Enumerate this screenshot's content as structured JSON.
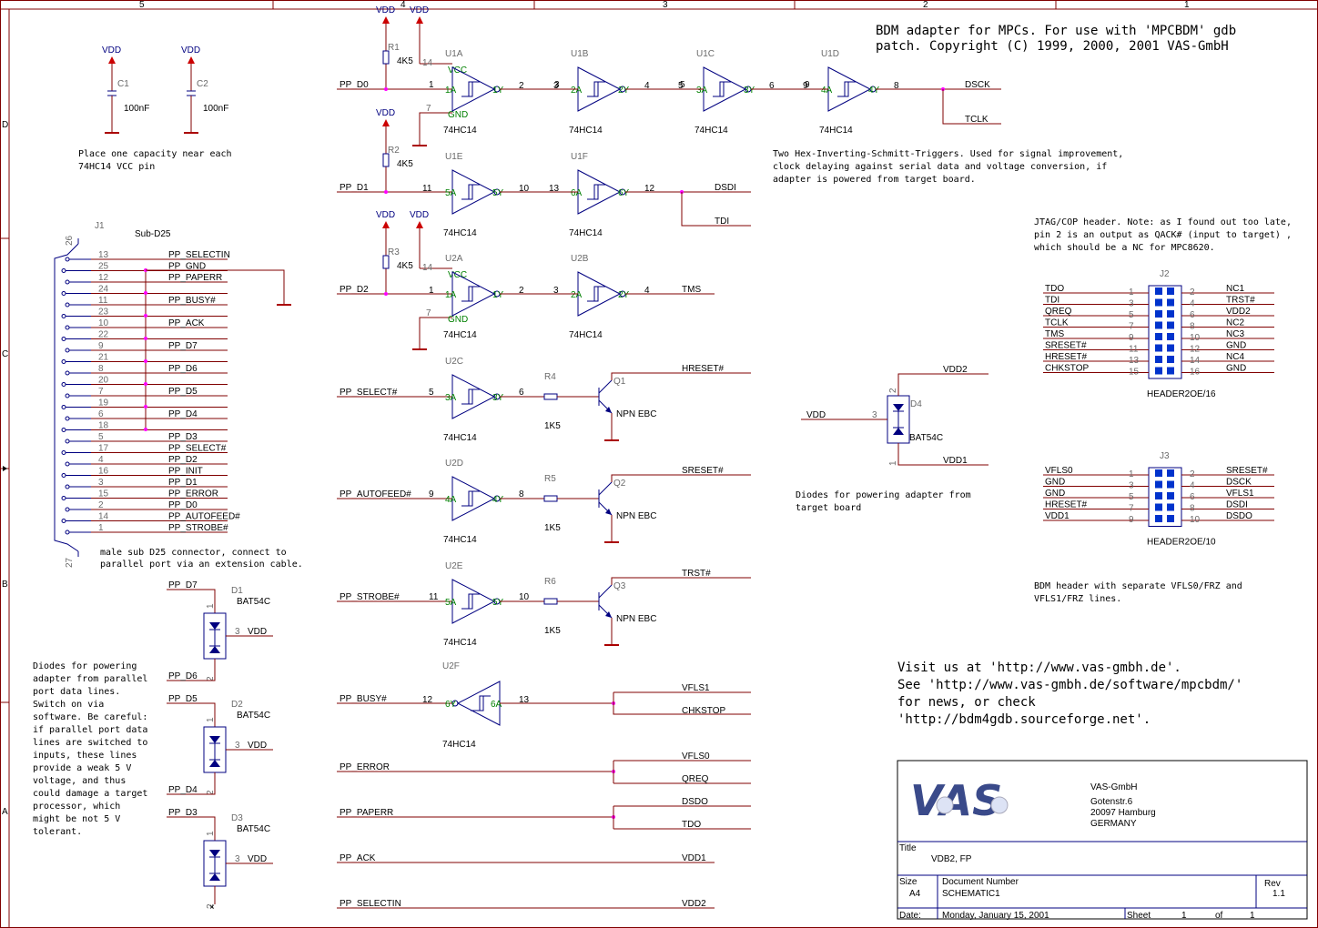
{
  "border": {
    "top_zones": [
      "5",
      "4",
      "3",
      "2",
      "1"
    ],
    "left_zones": [
      "D",
      "C",
      "B",
      "A"
    ]
  },
  "header_text": {
    "title_line1": "BDM adapter for MPCs. For use with 'MPCBDM' gdb",
    "title_line2": "patch. Copyright (C) 1999, 2000, 2001 VAS-GmbH"
  },
  "notes": {
    "capacitor_note": [
      "Place one capacity near each",
      "74HC14 VCC pin"
    ],
    "schmitt_note": [
      "Two Hex-Inverting-Schmitt-Triggers. Used for signal improvement,",
      "clock delaying against serial data and  voltage conversion, if",
      "adapter is powered from target board."
    ],
    "jtag_note": [
      "JTAG/COP header. Note: as I found out too late,",
      "pin 2 is an output as QACK# (input to target) ,",
      "which should be a NC for MPC8620."
    ],
    "connector_note": [
      "male sub D25 connector, connect to",
      "parallel port via an extension cable."
    ],
    "diode_target_note": [
      "Diodes for powering adapter from",
      "target board"
    ],
    "bdm_note": [
      "BDM header with separate VFLS0/FRZ and",
      "VFLS1/FRZ lines."
    ],
    "diode_parallel_note": [
      "Diodes for powering",
      "adapter from parallel",
      "port data lines.",
      "Switch on via",
      "software. Be careful:",
      "if parallel port data",
      "lines are switched to",
      "inputs, these lines",
      "provide a weak 5 V",
      "voltage, and thus",
      "could damage a target",
      "processor, which",
      "might be not 5 V",
      "tolerant."
    ],
    "visit": [
      "Visit us at 'http://www.vas-gmbh.de'.",
      "See 'http://www.vas-gmbh.de/software/mpcbdm/'",
      "for news, or check",
      "'http://bdm4gdb.sourceforge.net'."
    ]
  },
  "capacitors": [
    {
      "ref": "C1",
      "value": "100nF",
      "supply": "VDD"
    },
    {
      "ref": "C2",
      "value": "100nF",
      "supply": "VDD"
    }
  ],
  "connector_j1": {
    "ref": "J1",
    "part": "Sub-D25",
    "pin_top": "26",
    "pin_bottom": "27",
    "pins": [
      {
        "num": "13",
        "net": "PP_SELECTIN"
      },
      {
        "num": "25",
        "net": "PP_GND"
      },
      {
        "num": "12",
        "net": "PP_PAPERR"
      },
      {
        "num": "24",
        "net": ""
      },
      {
        "num": "11",
        "net": "PP_BUSY#"
      },
      {
        "num": "23",
        "net": ""
      },
      {
        "num": "10",
        "net": "PP_ACK"
      },
      {
        "num": "22",
        "net": ""
      },
      {
        "num": "9",
        "net": "PP_D7"
      },
      {
        "num": "21",
        "net": ""
      },
      {
        "num": "8",
        "net": "PP_D6"
      },
      {
        "num": "20",
        "net": ""
      },
      {
        "num": "7",
        "net": "PP_D5"
      },
      {
        "num": "19",
        "net": ""
      },
      {
        "num": "6",
        "net": "PP_D4"
      },
      {
        "num": "18",
        "net": ""
      },
      {
        "num": "5",
        "net": "PP_D3"
      },
      {
        "num": "17",
        "net": "PP_SELECT#"
      },
      {
        "num": "4",
        "net": "PP_D2"
      },
      {
        "num": "16",
        "net": "PP_INIT"
      },
      {
        "num": "3",
        "net": "PP_D1"
      },
      {
        "num": "15",
        "net": "PP_ERROR"
      },
      {
        "num": "2",
        "net": "PP_D0"
      },
      {
        "num": "14",
        "net": "PP_AUTOFEED#"
      },
      {
        "num": "1",
        "net": "PP_STROBE#"
      }
    ]
  },
  "resistors_pullup": [
    {
      "ref": "R1",
      "value": "4K5"
    },
    {
      "ref": "R2",
      "value": "4K5"
    },
    {
      "ref": "R3",
      "value": "4K5"
    }
  ],
  "gates": {
    "part": "74HC14",
    "vcc": "VCC",
    "gnd": "GND"
  },
  "gate_chain_d0": {
    "input": "PP_D0",
    "outputs": [
      "DSCK",
      "TCLK"
    ],
    "gates": [
      {
        "ref": "U1A",
        "in_pin": "1",
        "out_pin": "2",
        "in_name": "1A",
        "out_name": "1Y"
      },
      {
        "ref": "U1B",
        "in_pin": "3",
        "out_pin": "4",
        "in_name": "2A",
        "out_name": "2Y"
      },
      {
        "ref": "U1C",
        "in_pin": "5",
        "out_pin": "6",
        "in_name": "3A",
        "out_name": "3Y"
      },
      {
        "ref": "U1D",
        "in_pin": "9",
        "out_pin": "8",
        "in_name": "4A",
        "out_name": "4Y"
      }
    ]
  },
  "gate_chain_d1": {
    "input": "PP_D1",
    "outputs": [
      "DSDI",
      "TDI"
    ],
    "gates": [
      {
        "ref": "U1E",
        "in_pin": "11",
        "out_pin": "10",
        "in_name": "5A",
        "out_name": "5Y"
      },
      {
        "ref": "U1F",
        "in_pin": "13",
        "out_pin": "12",
        "in_name": "6A",
        "out_name": "6Y"
      }
    ]
  },
  "gate_chain_d2": {
    "input": "PP_D2",
    "output": "TMS",
    "gates": [
      {
        "ref": "U2A",
        "in_pin": "1",
        "out_pin": "2",
        "in_name": "1A",
        "out_name": "1Y"
      },
      {
        "ref": "U2B",
        "in_pin": "3",
        "out_pin": "4",
        "in_name": "2A",
        "out_name": "2Y"
      }
    ]
  },
  "pin14": "14",
  "pin7": "7",
  "vdd_label": "VDD",
  "transistor_stages": [
    {
      "input": "PP_SELECT#",
      "gate": "U2C",
      "in_pin": "5",
      "out_pin": "6",
      "in_name": "3A",
      "out_name": "3Y",
      "res": "R4",
      "res_val": "1K5",
      "q": "Q1",
      "q_type": "NPN EBC",
      "output": "HRESET#"
    },
    {
      "input": "PP_AUTOFEED#",
      "gate": "U2D",
      "in_pin": "9",
      "out_pin": "8",
      "in_name": "4A",
      "out_name": "4Y",
      "res": "R5",
      "res_val": "1K5",
      "q": "Q2",
      "q_type": "NPN EBC",
      "output": "SRESET#"
    },
    {
      "input": "PP_STROBE#",
      "gate": "U2E",
      "in_pin": "11",
      "out_pin": "10",
      "in_name": "5A",
      "out_name": "5Y",
      "res": "R6",
      "res_val": "1K5",
      "q": "Q3",
      "q_type": "NPN EBC",
      "output": "TRST#"
    }
  ],
  "busy_stage": {
    "input": "PP_BUSY#",
    "gate": "U2F",
    "in_pin": "12",
    "out_pin": "13",
    "in_name": "6Y",
    "out_name": "6A",
    "outputs": [
      "VFLS1",
      "CHKSTOP"
    ]
  },
  "passthrough": [
    {
      "input": "PP_ERROR",
      "outputs": [
        "VFLS0",
        "QREQ"
      ]
    },
    {
      "input": "PP_PAPERR",
      "outputs": [
        "DSDO",
        "TDO"
      ]
    },
    {
      "input": "PP_ACK",
      "outputs": [
        "VDD1"
      ]
    },
    {
      "input": "PP_SELECTIN",
      "outputs": [
        "VDD2"
      ]
    }
  ],
  "diode_d4": {
    "ref": "D4",
    "part": "BAT54C",
    "top": "VDD2",
    "left": "VDD",
    "bottom": "VDD1",
    "pin_top": "2",
    "pin_mid": "3",
    "pin_bot": "1"
  },
  "diodes_pp": [
    {
      "ref": "D1",
      "part": "BAT54C",
      "in_a": "PP_D7",
      "in_b": "PP_D6",
      "out": "VDD"
    },
    {
      "ref": "D2",
      "part": "BAT54C",
      "in_a": "PP_D5",
      "in_b": "PP_D4",
      "out": "VDD"
    },
    {
      "ref": "D3",
      "part": "BAT54C",
      "in_a": "PP_D3",
      "in_b": "",
      "out": "VDD"
    }
  ],
  "diode_pins": {
    "p1": "1",
    "p2": "2",
    "p3": "3"
  },
  "header_j2": {
    "ref": "J2",
    "part": "HEADER2OE/16",
    "rows": [
      {
        "l_net": "TDO",
        "l_pin": "1",
        "r_pin": "2",
        "r_net": "NC1"
      },
      {
        "l_net": "TDI",
        "l_pin": "3",
        "r_pin": "4",
        "r_net": "TRST#"
      },
      {
        "l_net": "QREQ",
        "l_pin": "5",
        "r_pin": "6",
        "r_net": "VDD2"
      },
      {
        "l_net": "TCLK",
        "l_pin": "7",
        "r_pin": "8",
        "r_net": "NC2"
      },
      {
        "l_net": "TMS",
        "l_pin": "9",
        "r_pin": "10",
        "r_net": "NC3"
      },
      {
        "l_net": "SRESET#",
        "l_pin": "11",
        "r_pin": "12",
        "r_net": "GND"
      },
      {
        "l_net": "HRESET#",
        "l_pin": "13",
        "r_pin": "14",
        "r_net": "NC4"
      },
      {
        "l_net": "CHKSTOP",
        "l_pin": "15",
        "r_pin": "16",
        "r_net": "GND"
      }
    ]
  },
  "header_j3": {
    "ref": "J3",
    "part": "HEADER2OE/10",
    "rows": [
      {
        "l_net": "VFLS0",
        "l_pin": "1",
        "r_pin": "2",
        "r_net": "SRESET#"
      },
      {
        "l_net": "GND",
        "l_pin": "3",
        "r_pin": "4",
        "r_net": "DSCK"
      },
      {
        "l_net": "GND",
        "l_pin": "5",
        "r_pin": "6",
        "r_net": "VFLS1"
      },
      {
        "l_net": "HRESET#",
        "l_pin": "7",
        "r_pin": "8",
        "r_net": "DSDI"
      },
      {
        "l_net": "VDD1",
        "l_pin": "9",
        "r_pin": "10",
        "r_net": "DSDO"
      }
    ]
  },
  "title_block": {
    "company": "VAS-GmbH",
    "address": [
      "Gotenstr.6",
      "20097 Hamburg",
      "GERMANY"
    ],
    "logo_text": "VAS",
    "title_label": "Title",
    "title": "VDB2, FP",
    "size_label": "Size",
    "size": "A4",
    "docnum_label": "Document Number",
    "docnum": "SCHEMATIC1",
    "rev_label": "Rev",
    "rev": "1.1",
    "date_label": "Date:",
    "date": "Monday, January 15, 2001",
    "sheet_label": "Sheet",
    "sheet": "1",
    "of_label": "of",
    "sheets": "1"
  },
  "colors": {
    "wire": "#800000",
    "symbol": "#000080",
    "power": "#cc0000",
    "junction": "#ff00ff",
    "refdes": "#6a6a6a",
    "pin_name": "#008000"
  }
}
